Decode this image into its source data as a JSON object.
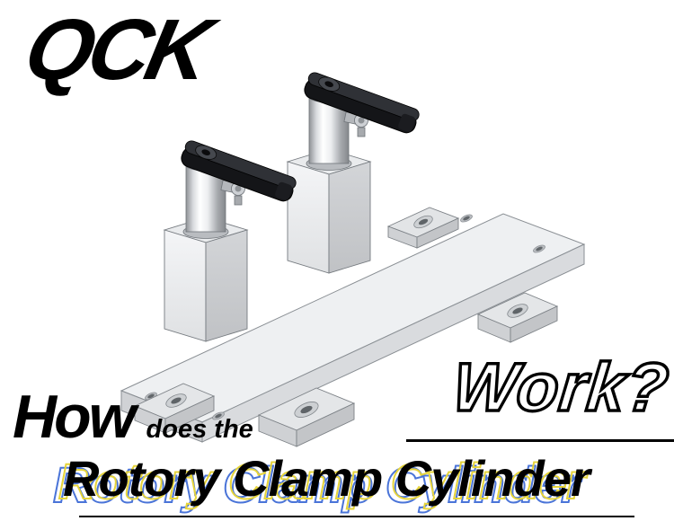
{
  "branding": {
    "logo_text": "QCK"
  },
  "headline": {
    "how": "How",
    "does_the": "does the",
    "work": "Work?",
    "subject": "Rotory Clamp Cylinder"
  },
  "colors": {
    "ink": "#000000",
    "paper": "#ffffff",
    "ghost_yellow": "#e6d43a",
    "ghost_blue": "#4a74d8"
  },
  "illustration": {
    "alt": "Isometric CAD render of two rotary clamp cylinders with black clamp arms mounted beside a long base plate with bolt holes and mounting ears"
  }
}
